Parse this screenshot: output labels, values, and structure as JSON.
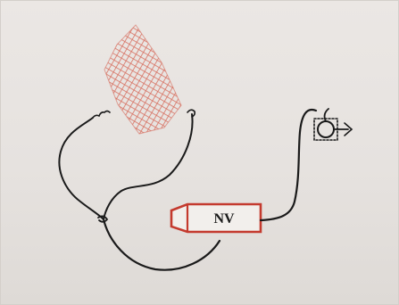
{
  "diagram": {
    "device_label": "NV",
    "colors": {
      "wire": "#1a1a1a",
      "device_outline": "#c43a2e",
      "mesh": "#d66b5b",
      "background": "#e9e5e1"
    },
    "icons": [
      "mesh-pattern",
      "lead-wire",
      "neurostimulator-device",
      "electrode-coil"
    ]
  }
}
